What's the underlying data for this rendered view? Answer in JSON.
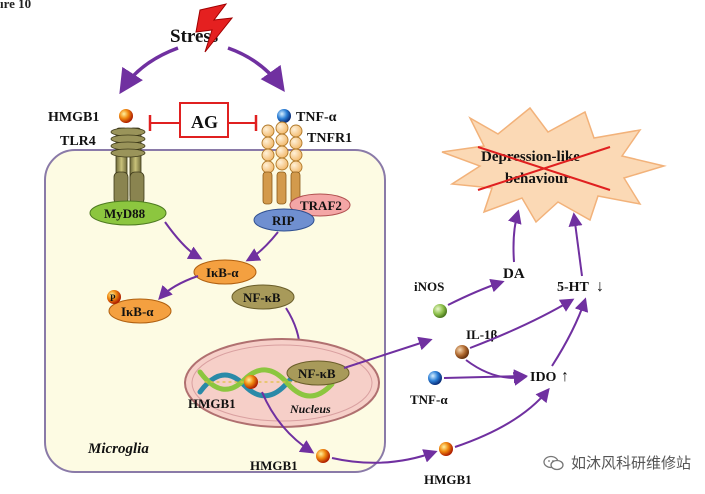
{
  "figure": {
    "caption_fragment": "ıre 10"
  },
  "nodes": {
    "stress": "Stress",
    "hmgb1_top": "HMGB1",
    "tlr4": "TLR4",
    "tnf_alpha_top": "TNF-α",
    "tnfr1": "TNFR1",
    "ag": "AG",
    "myd88": "MyD88",
    "traf2": "TRAF2",
    "rip": "RIP",
    "ikb_alpha": "IκB-α",
    "ikb_alpha_p": "IκB-α",
    "p_marker": "P",
    "nfkb_cyto": "NF-κB",
    "nfkb_nucleus": "NF-κB",
    "nucleus": "Nucleus",
    "hmgb1_nucleus": "HMGB1",
    "microglia": "Microglia",
    "hmgb1_bottom": "HMGB1",
    "hmgb1_right": "HMGB1",
    "inos": "iNOS",
    "da": "DA",
    "il1b": "IL-1β",
    "tnf_alpha_right": "TNF-α",
    "ido": "IDO",
    "ht5": "5-HT",
    "depression_line1": "Depression-like",
    "depression_line2": "behaviour",
    "arrow_up": "↑",
    "arrow_down": "↓"
  },
  "watermark": "如沐风科研维修站",
  "colors": {
    "arrow": "#7030a0",
    "inhibit": "#e02020",
    "cell_fill": "#fdfbe3",
    "cell_border": "#8a7aa8",
    "myd88": "#8cc63f",
    "rip": "#6f8fd0",
    "traf2": "#f4a6a6",
    "ikb": "#f4a040",
    "nfkb": "#a89a5a",
    "nucleus": "#f6cfc8",
    "burst": "#fbd9b5"
  }
}
